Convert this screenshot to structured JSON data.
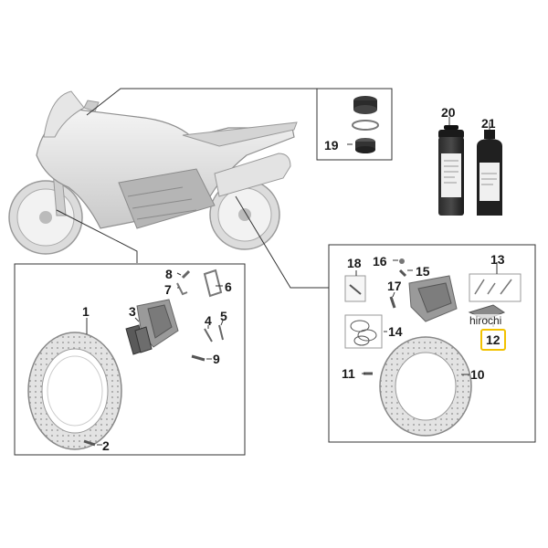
{
  "diagram": {
    "callouts": {
      "p1": "1",
      "p2": "2",
      "p3": "3",
      "p4": "4",
      "p5": "5",
      "p6": "6",
      "p7": "7",
      "p8": "8",
      "p9": "9",
      "p10": "10",
      "p11": "11",
      "p12": "12",
      "p13": "13",
      "p14": "14",
      "p15": "15",
      "p16": "16",
      "p17": "17",
      "p18": "18",
      "p19": "19",
      "p20": "20",
      "p21": "21"
    },
    "watermark": "hirochi",
    "highlight_color": "#f2c200"
  }
}
